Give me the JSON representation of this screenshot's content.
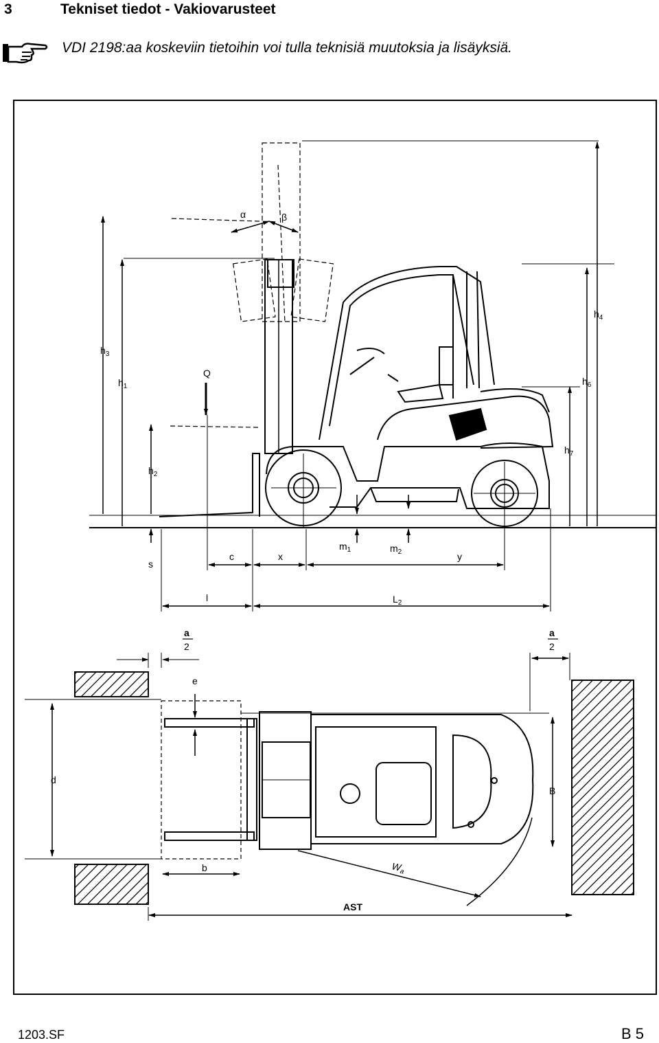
{
  "header": {
    "section_number": "3",
    "title": "Tekniset tiedot - Vakiovarusteet"
  },
  "note": {
    "icon": "pointing-hand-icon",
    "text": "VDI 2198:aa koskeviin tietoihin voi tulla teknisiä muutoksia ja lisäyksiä."
  },
  "drawing": {
    "side_view_labels": {
      "h1": "h",
      "h1_sub": "1",
      "h2": "h",
      "h2_sub": "2",
      "h3": "h",
      "h3_sub": "3",
      "h4": "h",
      "h4_sub": "4",
      "h6": "h",
      "h6_sub": "6",
      "h7": "h",
      "h7_sub": "7",
      "Q": "Q",
      "alpha": "α",
      "beta": "β",
      "s": "s",
      "c": "c",
      "x": "x",
      "m1": "m",
      "m1_sub": "1",
      "m2": "m",
      "m2_sub": "2",
      "y": "y",
      "l": "l",
      "L2": "L",
      "L2_sub": "2"
    },
    "top_view_labels": {
      "a_num": "a",
      "a_den": "2",
      "e": "e",
      "d": "d",
      "b": "b",
      "B": "B",
      "Wa": "W",
      "Wa_sub": "a",
      "AST": "AST"
    }
  },
  "footer": {
    "code": "1203.SF",
    "page": "B 5"
  }
}
